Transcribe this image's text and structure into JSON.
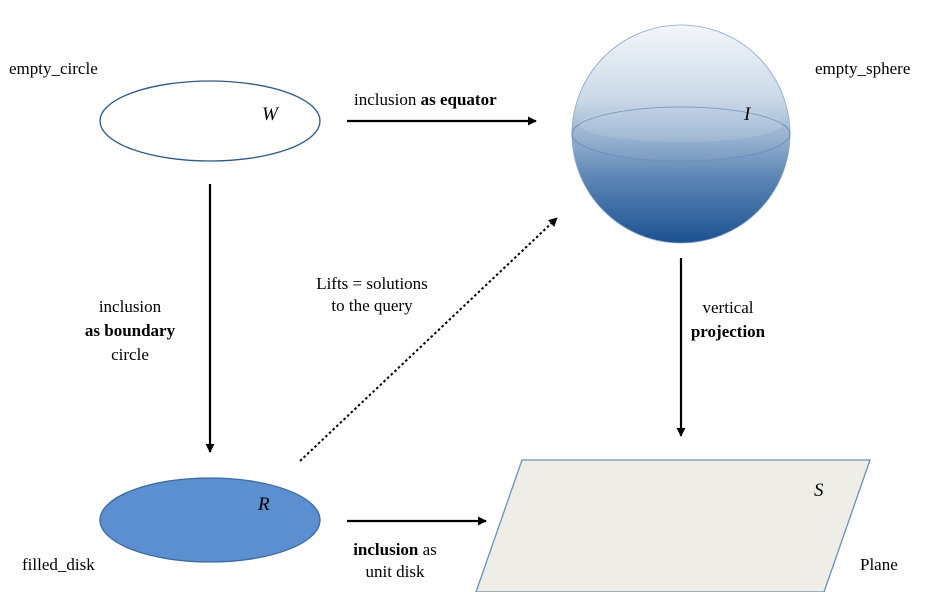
{
  "nodes": {
    "empty_circle": {
      "name": "empty_circle",
      "var": "W"
    },
    "empty_sphere": {
      "name": "empty_sphere",
      "var": "I"
    },
    "filled_disk": {
      "name": "filled_disk",
      "var": "R"
    },
    "plane": {
      "name": "Plane",
      "var": "S"
    }
  },
  "edges": {
    "equator": {
      "prefix": "inclusion ",
      "bold": "as equator"
    },
    "boundary": {
      "line1": "inclusion",
      "line2_bold": "as boundary",
      "line3": "circle"
    },
    "lifts": {
      "line1": "Lifts = solutions",
      "line2": "to the query"
    },
    "projection": {
      "line1": "vertical",
      "line2_bold": "projection"
    },
    "unit_disk": {
      "line1_bold": "inclusion",
      "line1_rest": " as",
      "line2": "unit disk"
    }
  },
  "colors": {
    "circle_stroke": "#2e5a8a",
    "disk_fill": "#5b8fcf",
    "disk_stroke": "#3e6a9e",
    "sphere_light": "#eef3f9",
    "sphere_dark": "#1f5592",
    "plane_fill": "#eeede6",
    "plane_stroke": "#6d8fb8"
  }
}
